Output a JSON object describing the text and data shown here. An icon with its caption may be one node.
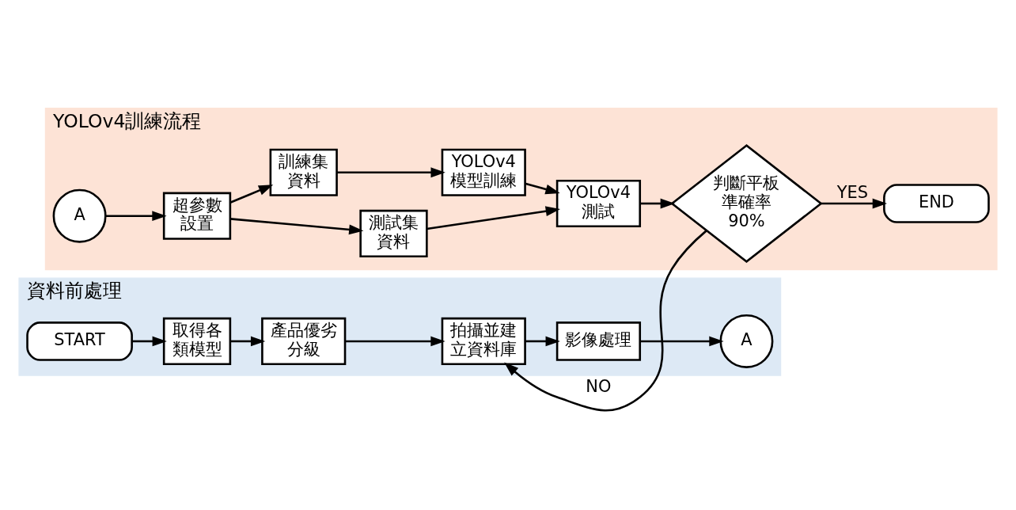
{
  "diagram": {
    "nodes": [
      {
        "text": [
          "YOLOv4訓練流程"
        ]
      },
      {
        "text": [
          "A"
        ],
        "in": 0
      },
      {
        "text": [
          "超參數設置"
        ],
        "in": 0
      },
      {
        "text": [
          "測試集資料"
        ],
        "in": 0
      },
      {
        "text": [
          "訓練集資料"
        ],
        "in": 0
      },
      {
        "text": [
          "YOLOv4模型訓練"
        ],
        "in": 0
      },
      {
        "text": [
          "YOLOv4測試"
        ],
        "in": 0
      },
      {
        "text": [
          "判斷平板準確率90%"
        ],
        "in": 0
      },
      {
        "text": [
          "END"
        ],
        "in": 0
      },
      {
        "text": [
          "資料前處理"
        ]
      },
      {
        "text": [
          "START"
        ],
        "in": 9
      },
      {
        "text": [
          "取得各類模型"
        ],
        "in": 9
      },
      {
        "text": [
          "產品優劣分級"
        ],
        "in": 9
      },
      {
        "text": [
          "拍攝並建立資料庫"
        ],
        "in": 9
      },
      {
        "text": [
          "影像處理"
        ],
        "in": 9
      },
      {
        "text": [
          "A"
        ],
        "in": 9
      }
    ],
    "edges": [
      {
        "from": 1,
        "to": 2,
        "arrow": "to"
      },
      {
        "from": 2,
        "to": 3,
        "arrow": "to"
      },
      {
        "from": 2,
        "to": 4,
        "arrow": "to"
      },
      {
        "from": 3,
        "to": 6,
        "arrow": "to"
      },
      {
        "from": 4,
        "to": 5,
        "arrow": "to"
      },
      {
        "from": 5,
        "to": 6,
        "arrow": "to"
      },
      {
        "from": 6,
        "to": 7,
        "arrow": "to"
      },
      {
        "from": 7,
        "to": 8,
        "label": "YES",
        "arrow": "to"
      },
      {
        "from": 7,
        "to": 13,
        "label": "NO",
        "arrow": "to"
      },
      {
        "from": 10,
        "to": 11,
        "arrow": "to"
      },
      {
        "from": 11,
        "to": 12,
        "arrow": "to"
      },
      {
        "from": 12,
        "to": 13,
        "arrow": "to"
      },
      {
        "from": 13,
        "to": 14,
        "arrow": "to"
      },
      {
        "from": 14,
        "to": 15,
        "arrow": "to"
      }
    ]
  }
}
